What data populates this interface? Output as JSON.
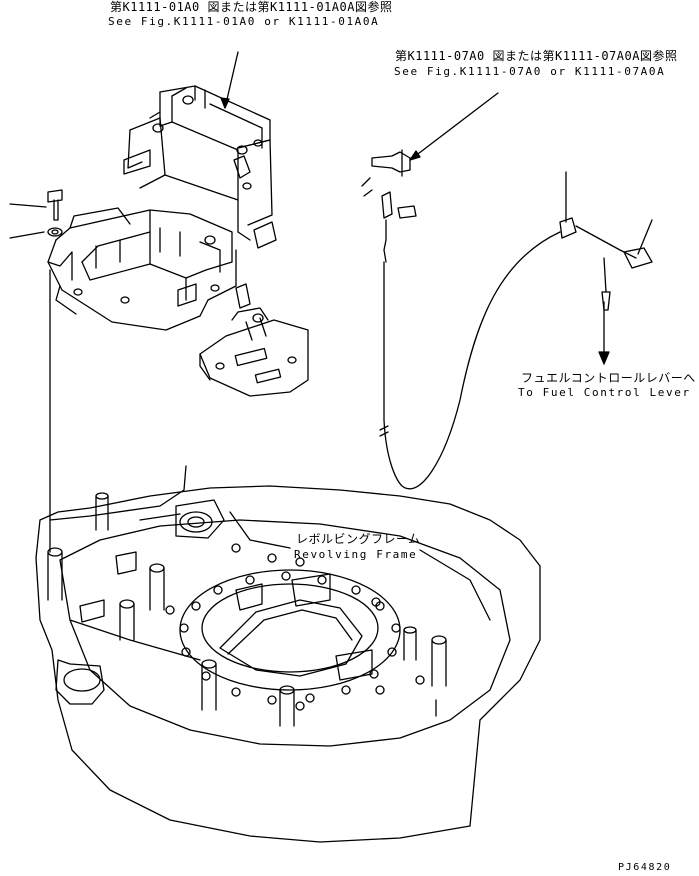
{
  "callouts": {
    "console_ref": {
      "jp": "第K1111-01A0 図または第K1111-01A0A図参照",
      "en": "See Fig.K1111-01A0 or K1111-01A0A"
    },
    "cable_ref": {
      "jp": "第K1111-07A0 図または第K1111-07A0A図参照",
      "en": "See Fig.K1111-07A0 or K1111-07A0A"
    },
    "fuel_lever": {
      "jp": "フュエルコントロールレバーへ",
      "en": "To Fuel Control Lever"
    },
    "revolving_frame": {
      "jp": "レボルビングフレーム",
      "en": "Revolving Frame"
    }
  },
  "drawing_number": "PJ64820"
}
